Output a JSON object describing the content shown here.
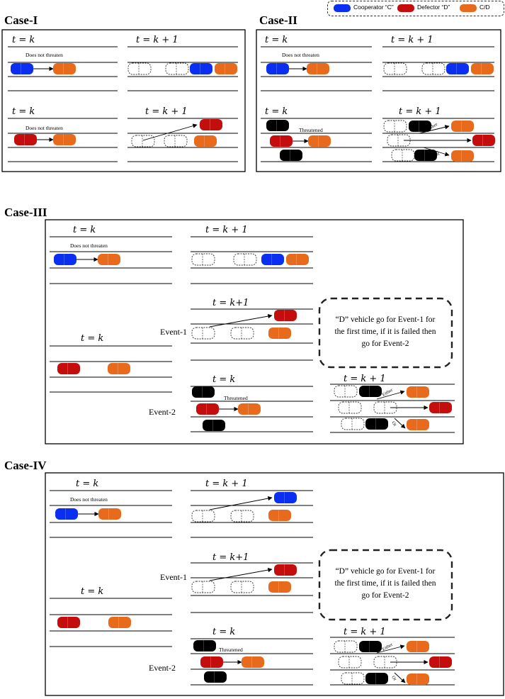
{
  "legend": {
    "cooperator": "Cooperator “C”",
    "defector": "Defector “D”",
    "cd": "C/D"
  },
  "colors": {
    "cooperator": "#0a2ff0",
    "defector": "#c40e0e",
    "cd": "#e86a1c",
    "obstacle": "#000000"
  },
  "cases": {
    "c1": "Case-I",
    "c2": "Case-II",
    "c3": "Case-III",
    "c4": "Case-IV"
  },
  "labels": {
    "t_k": "t = k",
    "t_k1": "t = k + 1",
    "t_k1_alt": "t = k+1",
    "does_not_threaten": "Does not threaten",
    "threatened": "Threatened",
    "either": "Either",
    "or": "Or",
    "event1": "Event-1",
    "event2": "Event-2"
  },
  "note": "“D” vehicle go for Event-1 for the first time, if it is failed then go for Event-2",
  "note_lines": [
    "“D” vehicle go for Event-1 for",
    "the first time, if it is failed then",
    "go for Event-2"
  ]
}
